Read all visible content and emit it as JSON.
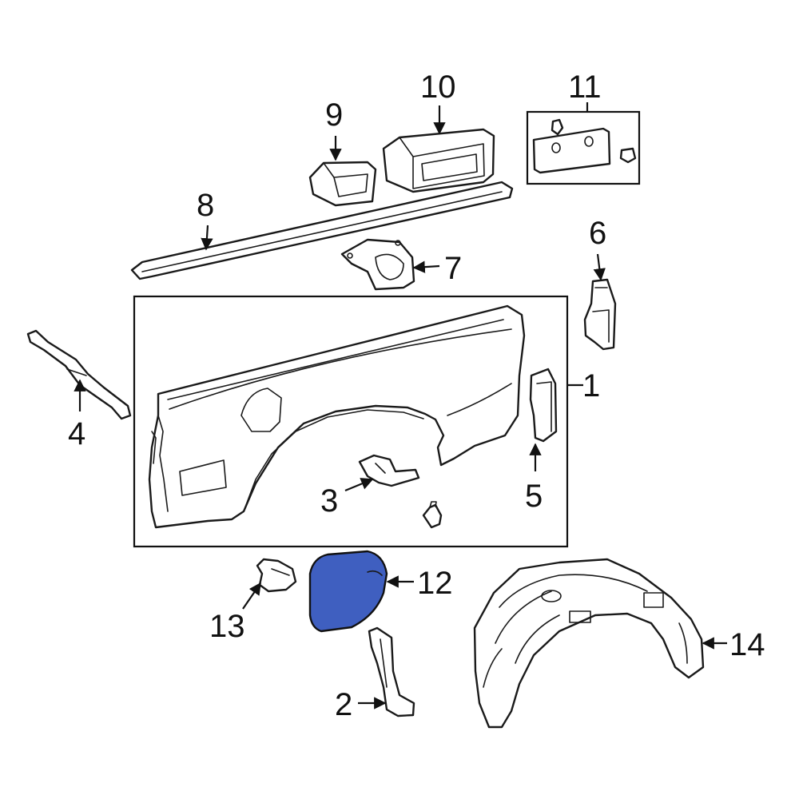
{
  "callouts": {
    "c1": "1",
    "c2": "2",
    "c3": "3",
    "c4": "4",
    "c5": "5",
    "c6": "6",
    "c7": "7",
    "c8": "8",
    "c9": "9",
    "c10": "10",
    "c11": "11",
    "c12": "12",
    "c13": "13",
    "c14": "14"
  },
  "colors": {
    "highlight": "#3f5fc0",
    "line": "#1a1a1a",
    "background": "#ffffff"
  }
}
